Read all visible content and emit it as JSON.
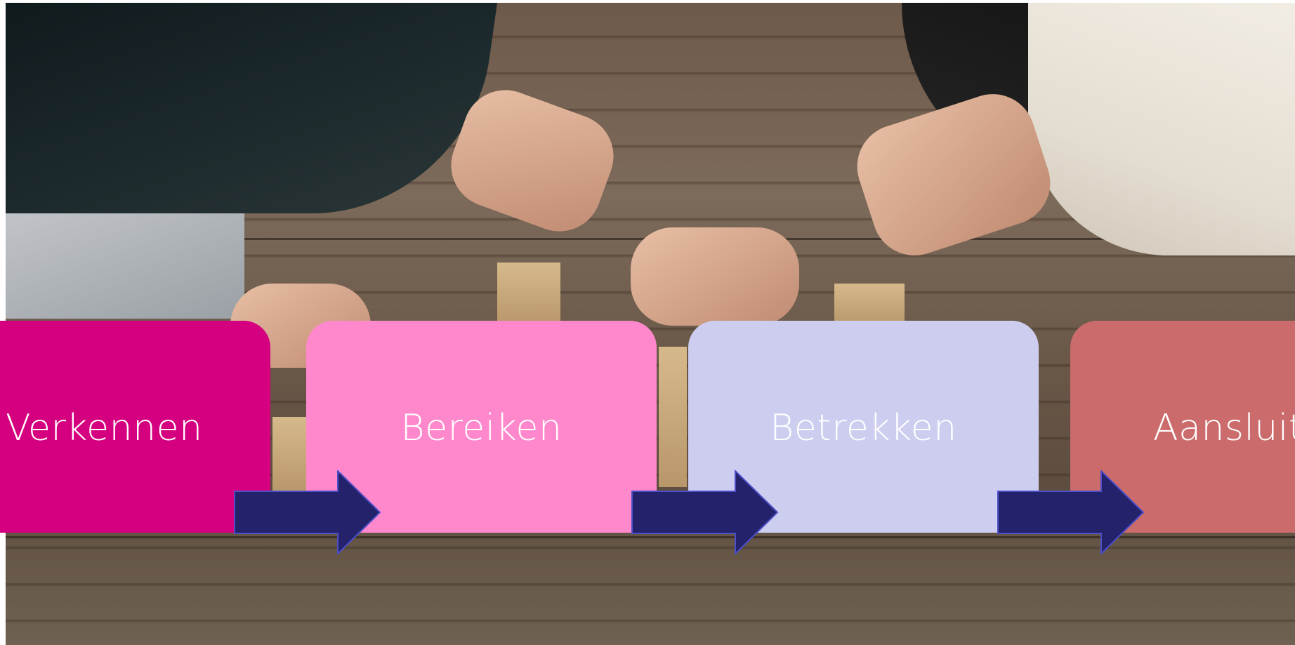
{
  "background": {
    "description_icon": "photo-hands-stacking-wooden-blocks"
  },
  "steps": [
    {
      "label": "Verkennen",
      "color": "#d5007f"
    },
    {
      "label": "Bereiken",
      "color": "#ff88cc"
    },
    {
      "label": "Betrekken",
      "color": "#cccdef"
    },
    {
      "label": "Aansluiten",
      "color": "#cc6b6b"
    }
  ],
  "arrow_color": "#23226a",
  "arrow_stroke": "#4b4fc8"
}
